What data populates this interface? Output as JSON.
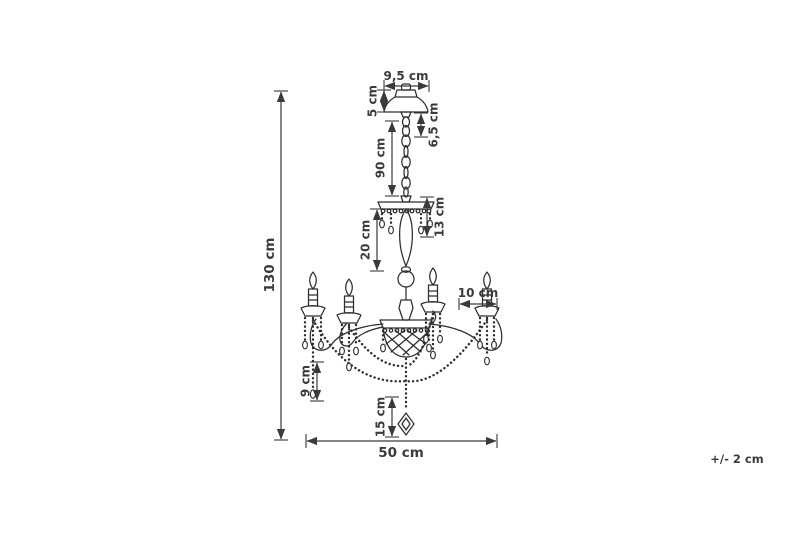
{
  "diagram": {
    "subject": "chandelier-dimension-drawing",
    "line_color": "#2e2e2e",
    "label_color": "#3b3b3b",
    "labels": {
      "total_height": "130 cm",
      "total_width": "50 cm",
      "canopy_width": "9,5 cm",
      "canopy_height": "5 cm",
      "hook_height": "6,5 cm",
      "chain_length": "90 cm",
      "crown_height": "13 cm",
      "column_height": "20 cm",
      "cup_width": "10 cm",
      "bead_strand_length": "9 cm",
      "pendant_drop": "15 cm",
      "tolerance": "+/- 2 cm"
    }
  }
}
